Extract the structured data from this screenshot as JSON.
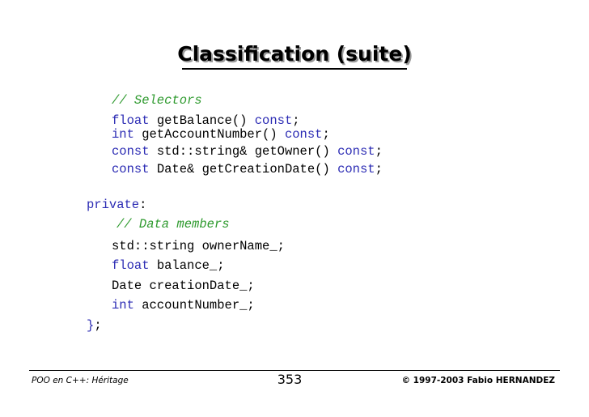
{
  "slide": {
    "title": "Classification (suite)"
  },
  "code": {
    "comment_selectors": "// Selectors",
    "l1_type": "float",
    "l1_rest": " getBalance() ",
    "l1_const": "const",
    "l1_end": ";",
    "l2_type": "int",
    "l2_rest": " getAccountNumber() ",
    "l2_const": "const",
    "l2_end": ";",
    "l3_kw": "const",
    "l3_rest": " std::string& getOwner() ",
    "l3_const": "const",
    "l3_end": ";",
    "l4_kw": "const",
    "l4_rest": " Date& getCreationDate() ",
    "l4_const": "const",
    "l4_end": ";",
    "private_kw": "private",
    "private_colon": ":",
    "comment_members": "// Data members",
    "m1": "std::string ownerName_;",
    "m2_type": "float",
    "m2_rest": " balance_;",
    "m3": "Date creationDate_;",
    "m4_type": "int",
    "m4_rest": " accountNumber_;",
    "close_brace": "}",
    "close_semi": ";"
  },
  "footer": {
    "left": "POO en C++: Héritage",
    "page": "353",
    "right": "© 1997-2003 Fabio HERNANDEZ"
  },
  "colors": {
    "keyword": "#2c2cb4",
    "comment": "#2e9a2e",
    "text": "#000000"
  }
}
